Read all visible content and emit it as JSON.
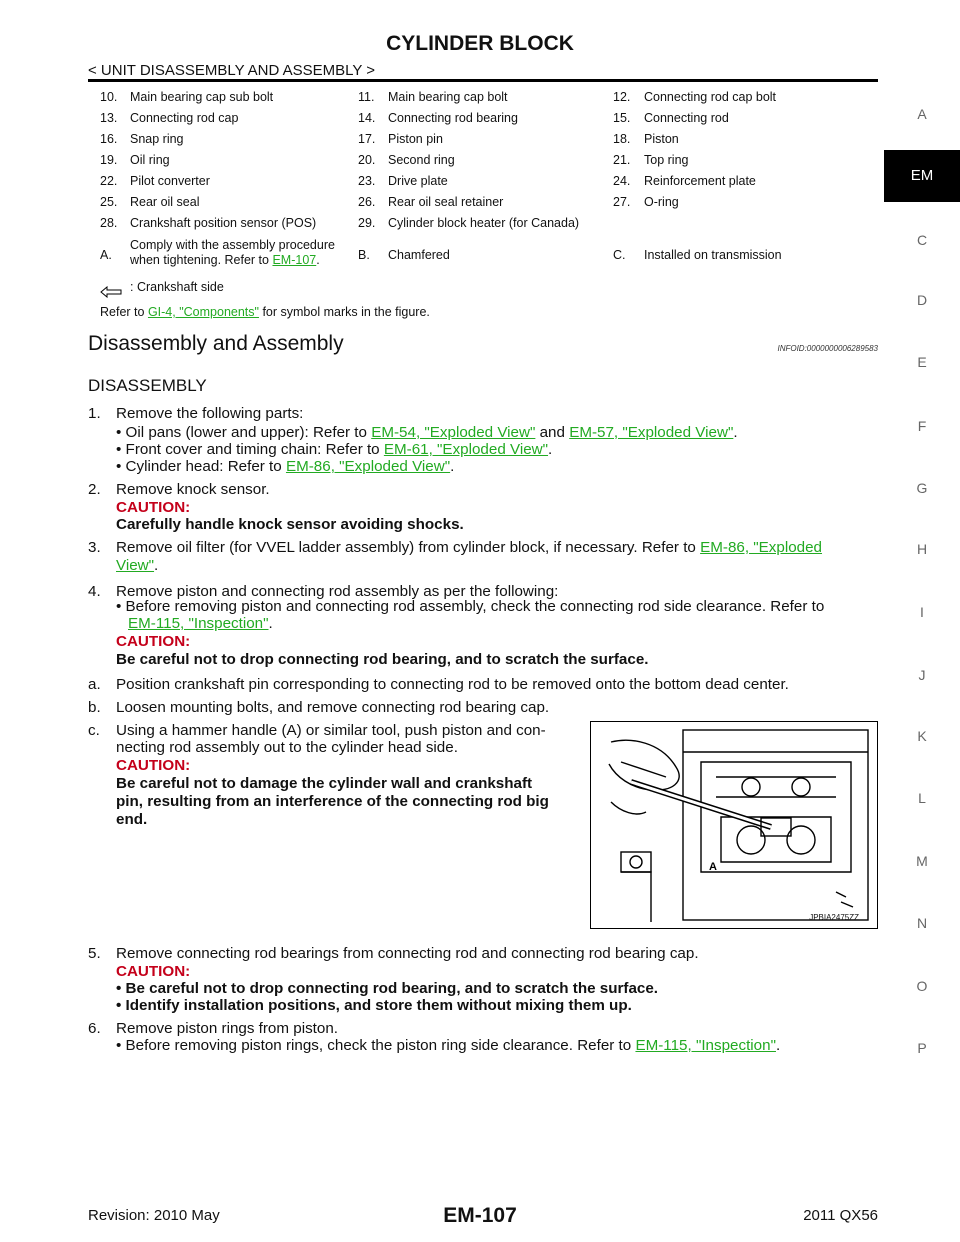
{
  "header": {
    "title": "CYLINDER BLOCK",
    "breadcrumb": "< UNIT DISASSEMBLY AND ASSEMBLY >"
  },
  "side_index": [
    "A",
    "EM",
    "C",
    "D",
    "E",
    "F",
    "G",
    "H",
    "I",
    "J",
    "K",
    "L",
    "M",
    "N",
    "O",
    "P"
  ],
  "legend": {
    "rows": [
      [
        [
          "10.",
          "Main bearing cap sub bolt"
        ],
        [
          "11.",
          "Main bearing cap bolt"
        ],
        [
          "12.",
          "Connecting rod cap bolt"
        ]
      ],
      [
        [
          "13.",
          "Connecting rod cap"
        ],
        [
          "14.",
          "Connecting rod bearing"
        ],
        [
          "15.",
          "Connecting rod"
        ]
      ],
      [
        [
          "16.",
          "Snap ring"
        ],
        [
          "17.",
          "Piston pin"
        ],
        [
          "18.",
          "Piston"
        ]
      ],
      [
        [
          "19.",
          "Oil ring"
        ],
        [
          "20.",
          "Second ring"
        ],
        [
          "21.",
          "Top ring"
        ]
      ],
      [
        [
          "22.",
          "Pilot converter"
        ],
        [
          "23.",
          "Drive plate"
        ],
        [
          "24.",
          "Reinforcement plate"
        ]
      ],
      [
        [
          "25.",
          "Rear oil seal"
        ],
        [
          "26.",
          "Rear oil seal retainer"
        ],
        [
          "27.",
          "O-ring"
        ]
      ],
      [
        [
          "28.",
          "Crankshaft position sensor (POS)"
        ],
        [
          "29.",
          "Cylinder block heater (for Canada)"
        ],
        [
          "",
          ""
        ]
      ]
    ],
    "row_a": {
      "a_num": "A.",
      "a_text": "Comply with the assembly procedure when tightening. Refer to",
      "a_link": "EM-107",
      "a_end": ".",
      "b_num": "B.",
      "b_text": "Chamfered",
      "c_num": "C.",
      "c_text": "Installed on transmission"
    },
    "crankshaft_side": ": Crankshaft side",
    "refer_prefix": "Refer to",
    "refer_link": "GI-4, \"Components\"",
    "refer_suffix": "for symbol marks in the figure."
  },
  "section": {
    "title": "Disassembly and Assembly",
    "infoid": "INFOID:0000000006289583",
    "subtitle": "DISASSEMBLY"
  },
  "steps": {
    "s1_num": "1.",
    "s1_text": "Remove the following parts:",
    "s1_b1_pre": "Oil pans (lower and upper): Refer to",
    "s1_b1_link1": "EM-54, \"Exploded View\"",
    "s1_b1_mid": "and",
    "s1_b1_link2": "EM-57, \"Exploded View\"",
    "s1_b2_pre": "Front cover and timing chain: Refer to",
    "s1_b2_link": "EM-61, \"Exploded View\"",
    "s1_b3_pre": "Cylinder head: Refer to",
    "s1_b3_link": "EM-86, \"Exploded View\"",
    "s2_num": "2.",
    "s2_text": "Remove knock sensor.",
    "caution": "CAUTION:",
    "s2_caution": "Carefully handle knock sensor avoiding shocks.",
    "s3_num": "3.",
    "s3_text": "Remove oil filter (for VVEL ladder assembly) from cylinder block, if necessary. Refer to",
    "s3_link1": "EM-86, \"Exploded",
    "s3_link2": "View\"",
    "s4_num": "4.",
    "s4_text": "Remove piston and connecting rod assembly as per the following:",
    "s4_b1": "Before removing piston and connecting rod assembly, check the connecting rod side clearance. Refer to",
    "s4_b1_link": "EM-115, \"Inspection\"",
    "s4_caution": "Be careful not to drop connecting rod bearing, and to scratch the surface.",
    "sa_num": "a.",
    "sa_text": "Position crankshaft pin corresponding to connecting rod to be removed onto the bottom dead center.",
    "sb_num": "b.",
    "sb_text": "Loosen mounting bolts, and remove connecting rod bearing cap.",
    "sc_num": "c.",
    "sc_text1": "Using a hammer handle (A) or similar tool, push piston and con-",
    "sc_text2": "necting rod assembly out to the cylinder head side.",
    "sc_caution1": "Be careful not to damage the cylinder wall and crankshaft",
    "sc_caution2": "pin, resulting from an interference of the connecting rod big",
    "sc_caution3": "end.",
    "s5_num": "5.",
    "s5_text": "Remove connecting rod bearings from connecting rod and connecting rod bearing cap.",
    "s5_c1": "Be careful not to drop connecting rod bearing, and to scratch the surface.",
    "s5_c2": "Identify installation positions, and store them without mixing them up.",
    "s6_num": "6.",
    "s6_text": "Remove piston rings from piston.",
    "s6_b1": "Before removing piston rings, check the piston ring side clearance. Refer to",
    "s6_link": "EM-115, \"Inspection\""
  },
  "figure": {
    "label_a": "A",
    "caption": "JPBIA2475ZZ"
  },
  "footer": {
    "revision": "Revision: 2010 May",
    "page": "EM-107",
    "model": "2011 QX56"
  }
}
